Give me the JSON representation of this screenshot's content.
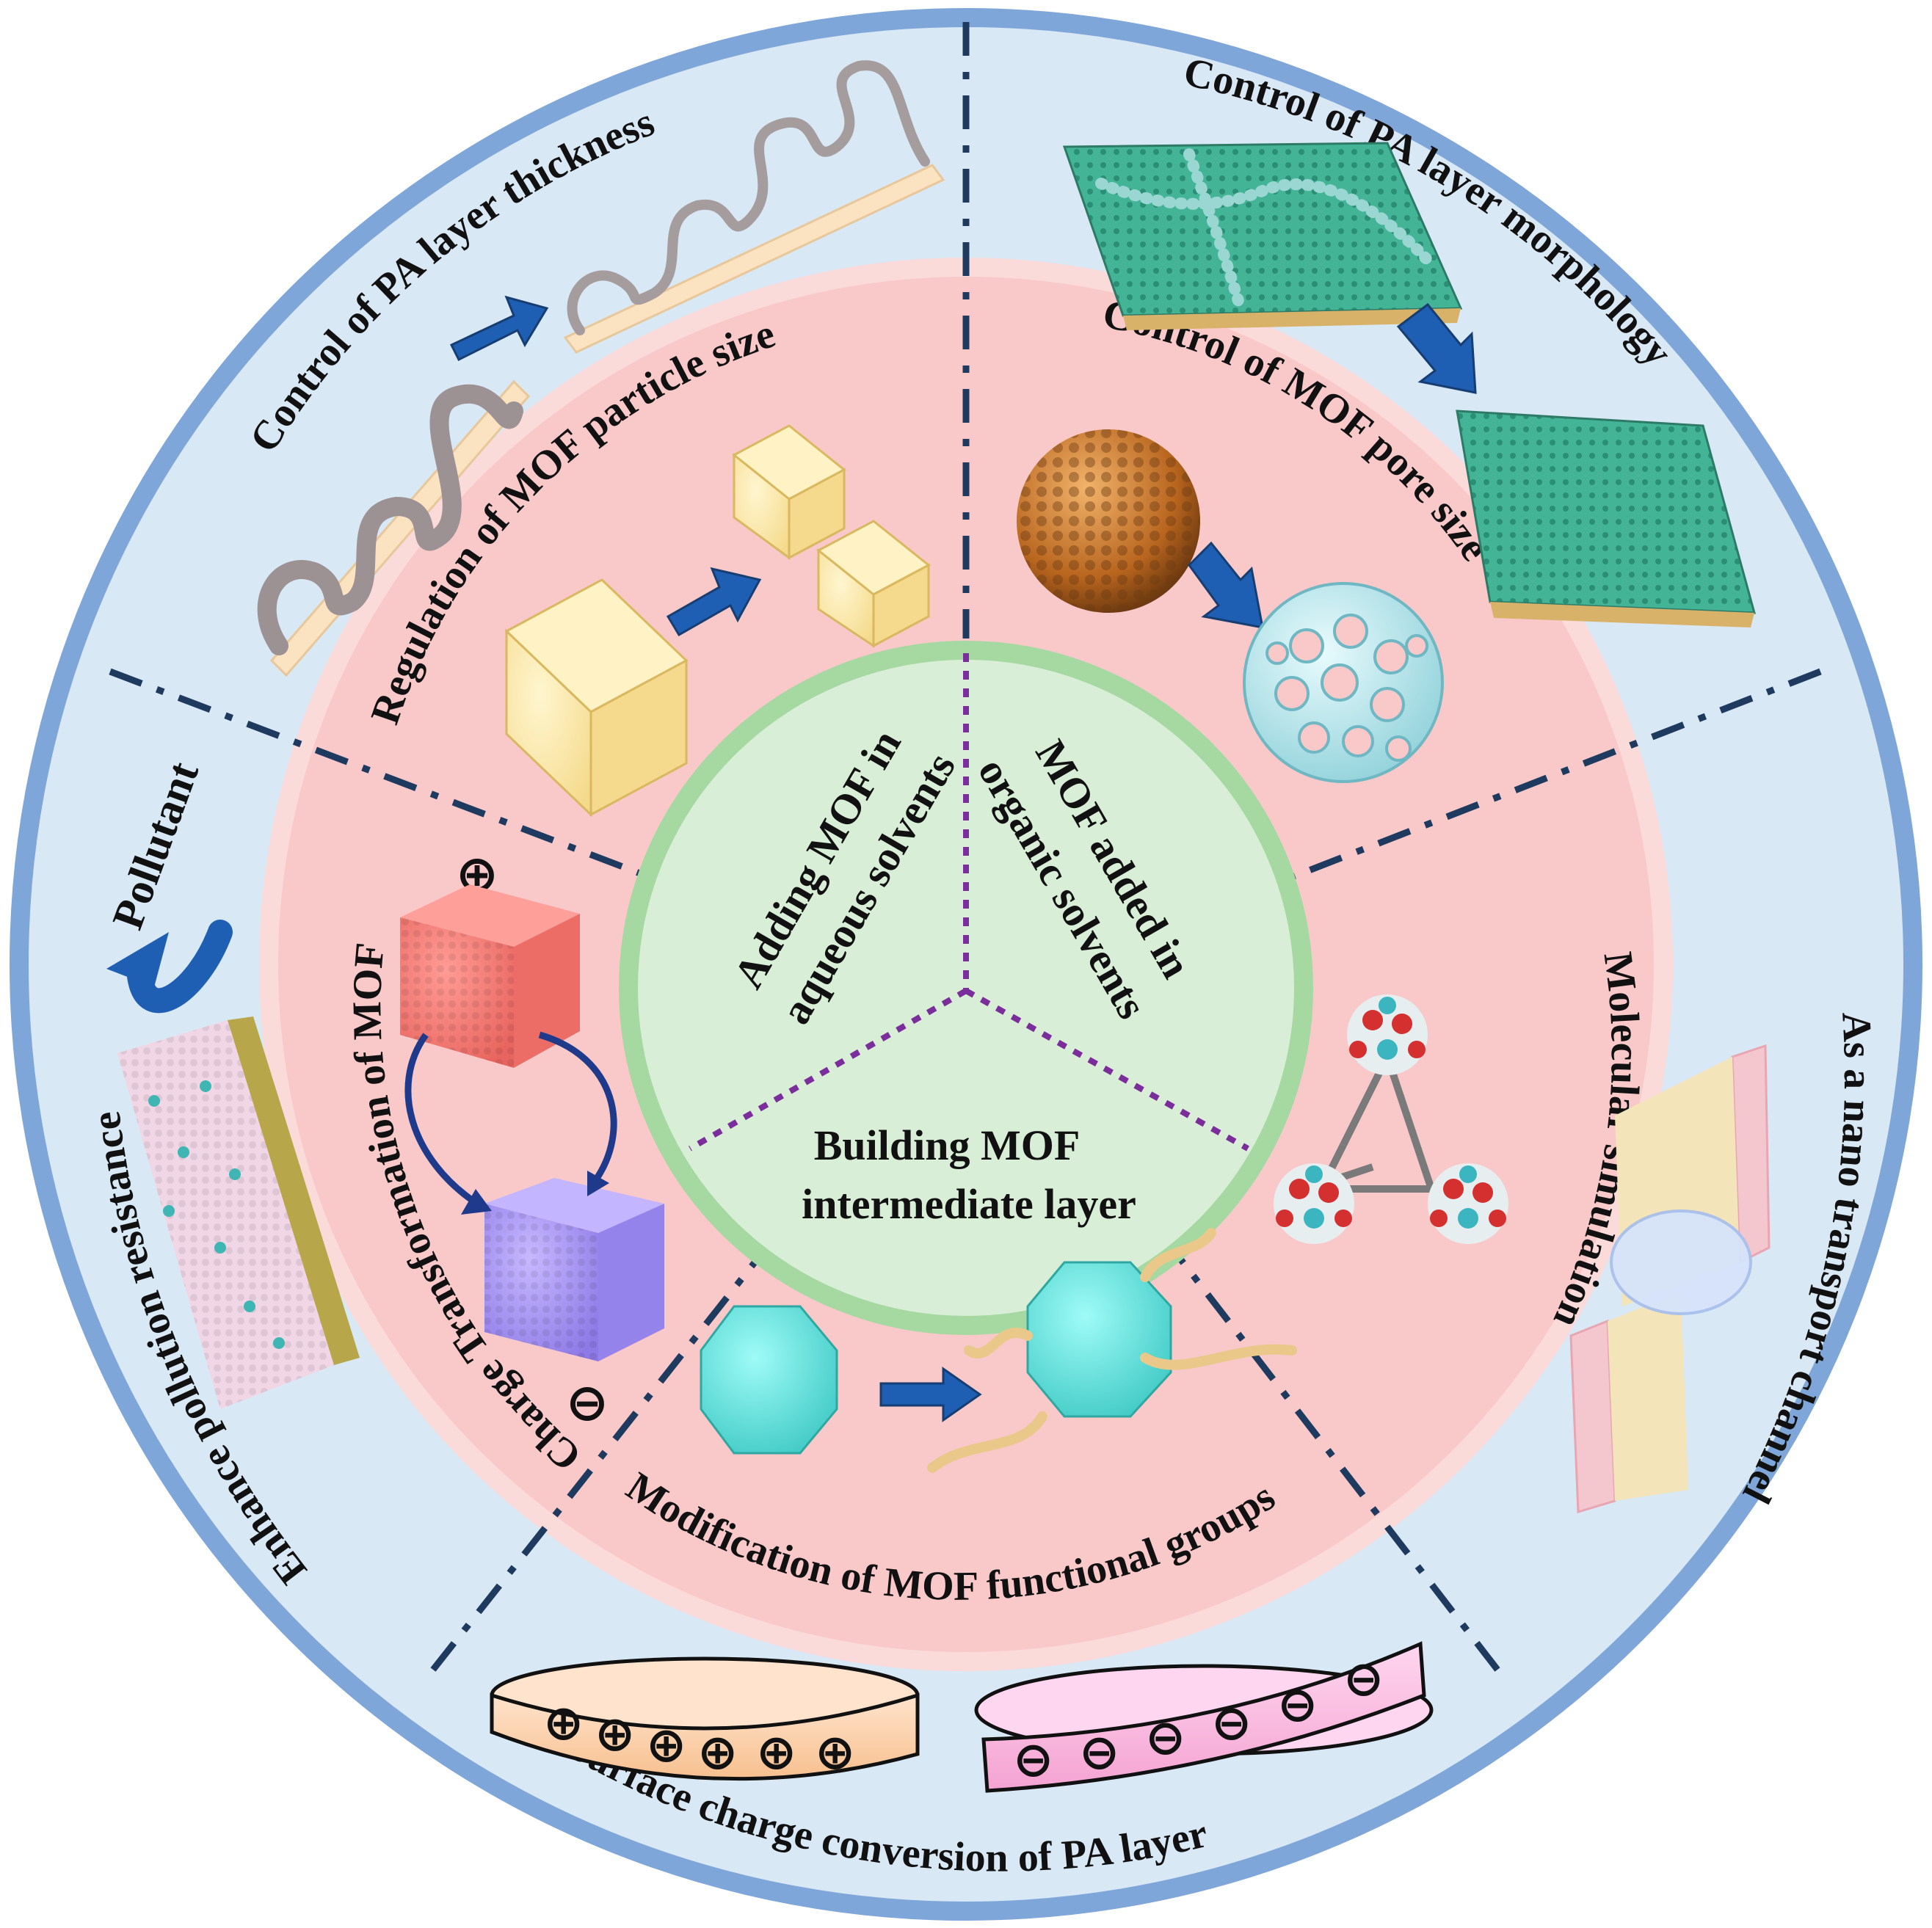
{
  "outer_ring": {
    "top_left": "Control of PA layer thickness",
    "top_right": "Control of PA layer morphology",
    "right": "As a nano transport channel",
    "bottom": "Surface charge conversion of PA layer",
    "left": "Enhance pollution resistance",
    "pollutant": "Pollutant"
  },
  "middle_ring": {
    "particle_size": "Regulation of MOF particle size",
    "pore_size": "Control of MOF pore size",
    "simulation": "Molecular simulation",
    "functional_groups": "Modification of MOF functional groups",
    "charge": "Charge Transformation of MOF"
  },
  "center": {
    "aqueous": [
      "Adding MOF in",
      "aqueous solvents"
    ],
    "organic": [
      "MOF added in",
      "organic solvents"
    ],
    "intermediate": [
      "Building MOF",
      "intermediate layer"
    ]
  },
  "signs": {
    "positive": "⊕",
    "negative": "⊖"
  },
  "colors": {
    "outer_fill": "#d9e8f5",
    "outer_border": "#7fa6d9",
    "middle_fill": "#f9c9c9",
    "middle_border": "#fbdada",
    "center_fill": "#d8eed6",
    "center_border": "#a6d9a1",
    "divider": "#1f3a5f",
    "inner_divider": "#7b2d9b",
    "arrow": "#1f5fb3"
  }
}
